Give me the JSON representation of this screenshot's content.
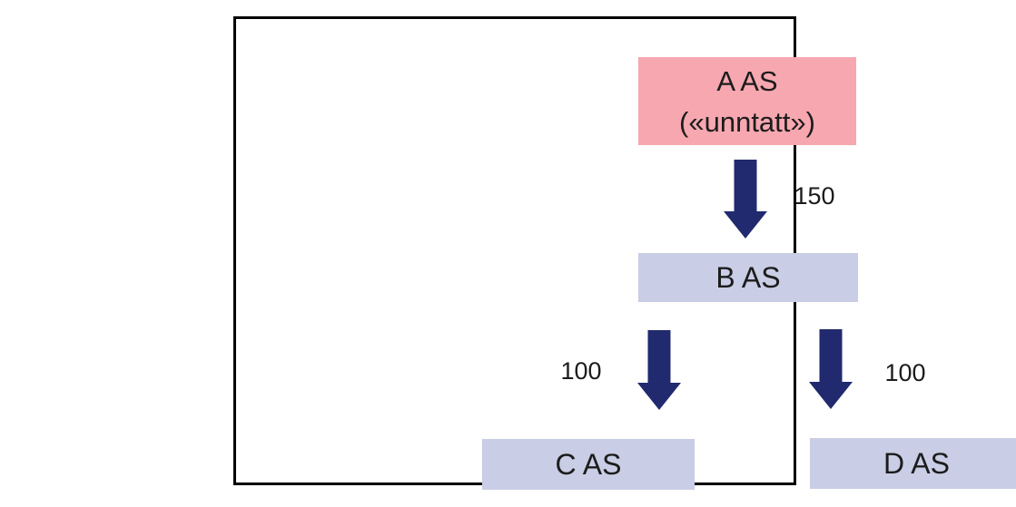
{
  "nodes": {
    "a": {
      "line1": "A AS",
      "line2": "(«unntatt»)"
    },
    "b": {
      "label": "B AS"
    },
    "c": {
      "label": "C AS"
    },
    "d": {
      "label": "D AS"
    }
  },
  "edges": {
    "ab": {
      "from": "A AS",
      "to": "B AS",
      "value": "150"
    },
    "bc": {
      "from": "B AS",
      "to": "C AS",
      "value": "100"
    },
    "bd": {
      "from": "B AS",
      "to": "D AS",
      "value": "100"
    }
  },
  "colors": {
    "node_a_fill": "#f6a7af",
    "node_fill": "#c9cde5",
    "arrow": "#212a6e",
    "frame_border": "#000000",
    "text": "#1c1c1c",
    "background": "#ffffff"
  }
}
